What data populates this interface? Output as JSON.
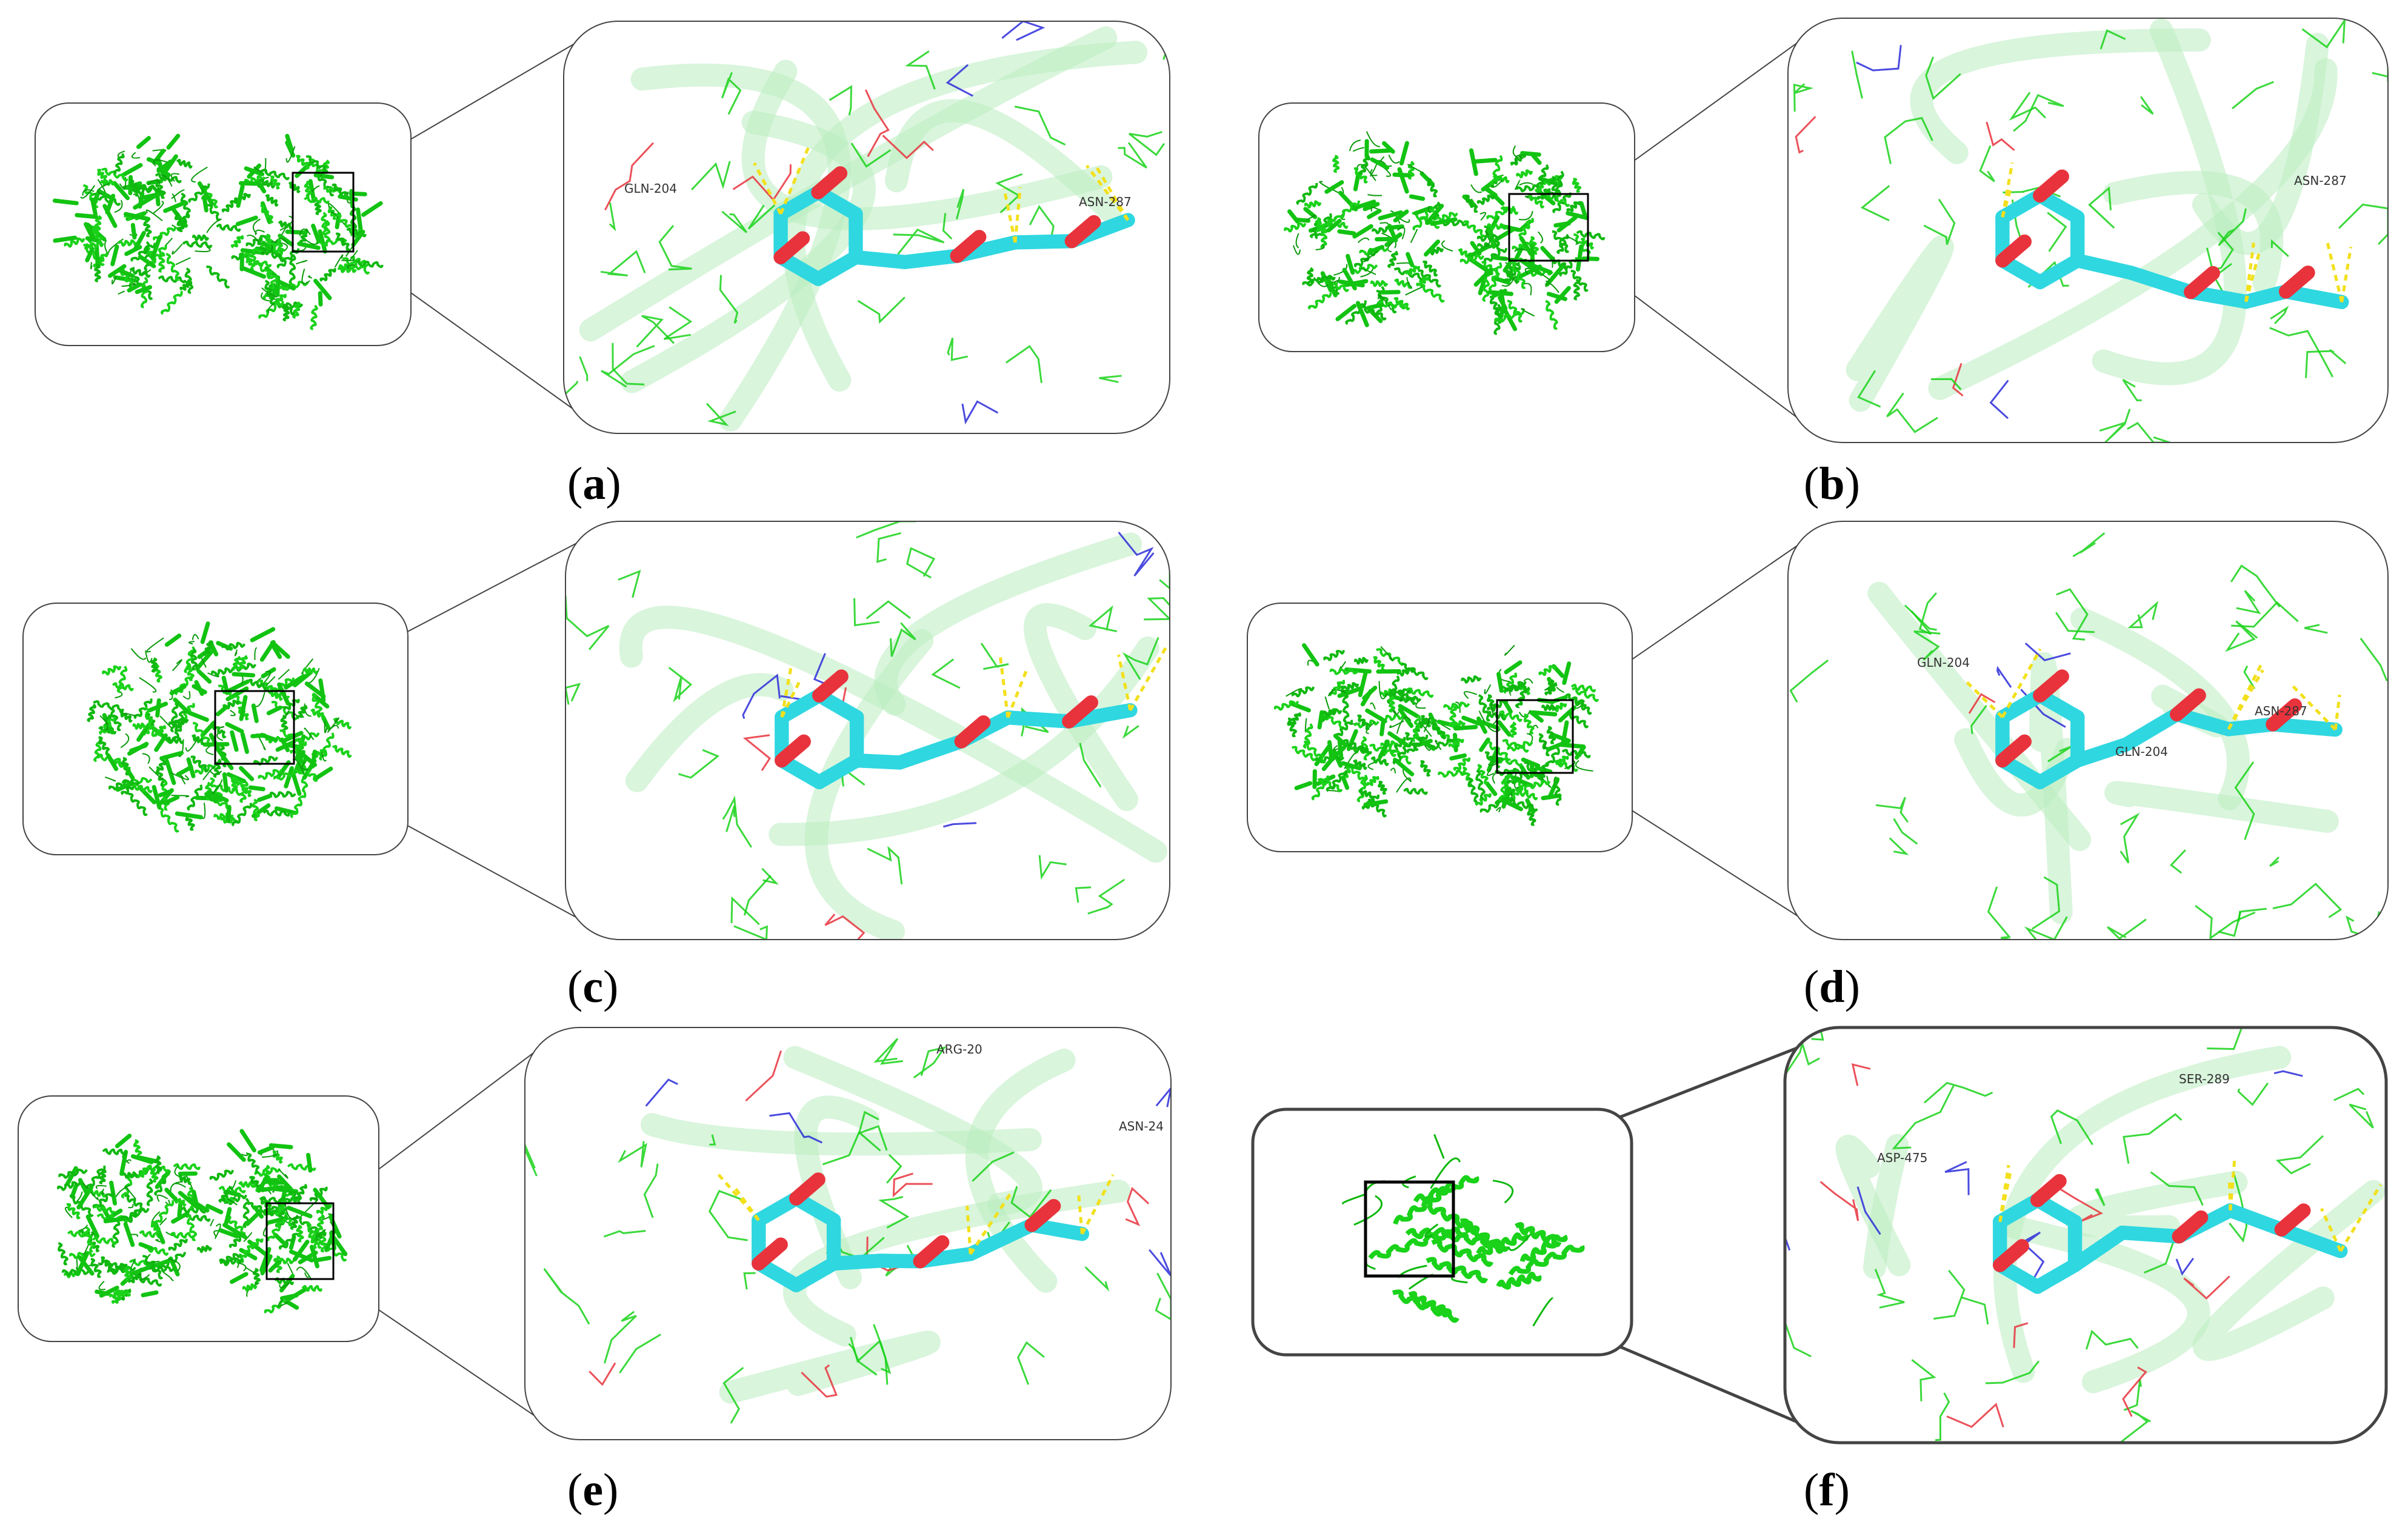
{
  "panels": [
    {
      "id": "a",
      "caption_letter": "a",
      "residue_labels": [
        "GLN-204",
        "ASN-287"
      ]
    },
    {
      "id": "b",
      "caption_letter": "b",
      "residue_labels": [
        "ASN-287"
      ]
    },
    {
      "id": "c",
      "caption_letter": "c",
      "residue_labels": []
    },
    {
      "id": "d",
      "caption_letter": "d",
      "residue_labels": [
        "GLN-204",
        "ASN-287",
        "GLN-204"
      ]
    },
    {
      "id": "e",
      "caption_letter": "e",
      "residue_labels": [
        "ARG-20",
        "ASN-24"
      ]
    },
    {
      "id": "f",
      "caption_letter": "f",
      "residue_labels": [
        "SER-289",
        "ASP-475"
      ]
    }
  ],
  "colors": {
    "protein": "#19d219",
    "ligand": "#2fd7e0",
    "oxygen": "#e8333c",
    "nitrogen": "#2b2bd9",
    "hbond": "#f2e01c",
    "frame": "#444444"
  }
}
